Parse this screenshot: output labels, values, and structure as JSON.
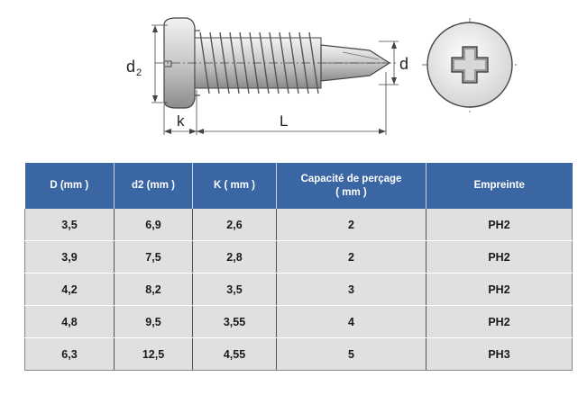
{
  "drawing": {
    "label_d2": "d",
    "label_d2_sub": "2",
    "label_d": "d",
    "label_k": "k",
    "label_L": "L"
  },
  "table": {
    "headers": [
      "D (mm )",
      "d2 (mm )",
      "K ( mm )",
      "Capacité de perçage",
      "( mm )",
      "Empreinte"
    ],
    "rows": [
      [
        "3,5",
        "6,9",
        "2,6",
        "2",
        "PH2"
      ],
      [
        "3,9",
        "7,5",
        "2,8",
        "2",
        "PH2"
      ],
      [
        "4,2",
        "8,2",
        "3,5",
        "3",
        "PH2"
      ],
      [
        "4,8",
        "9,5",
        "3,55",
        "4",
        "PH2"
      ],
      [
        "6,3",
        "12,5",
        "4,55",
        "5",
        "PH3"
      ]
    ]
  }
}
